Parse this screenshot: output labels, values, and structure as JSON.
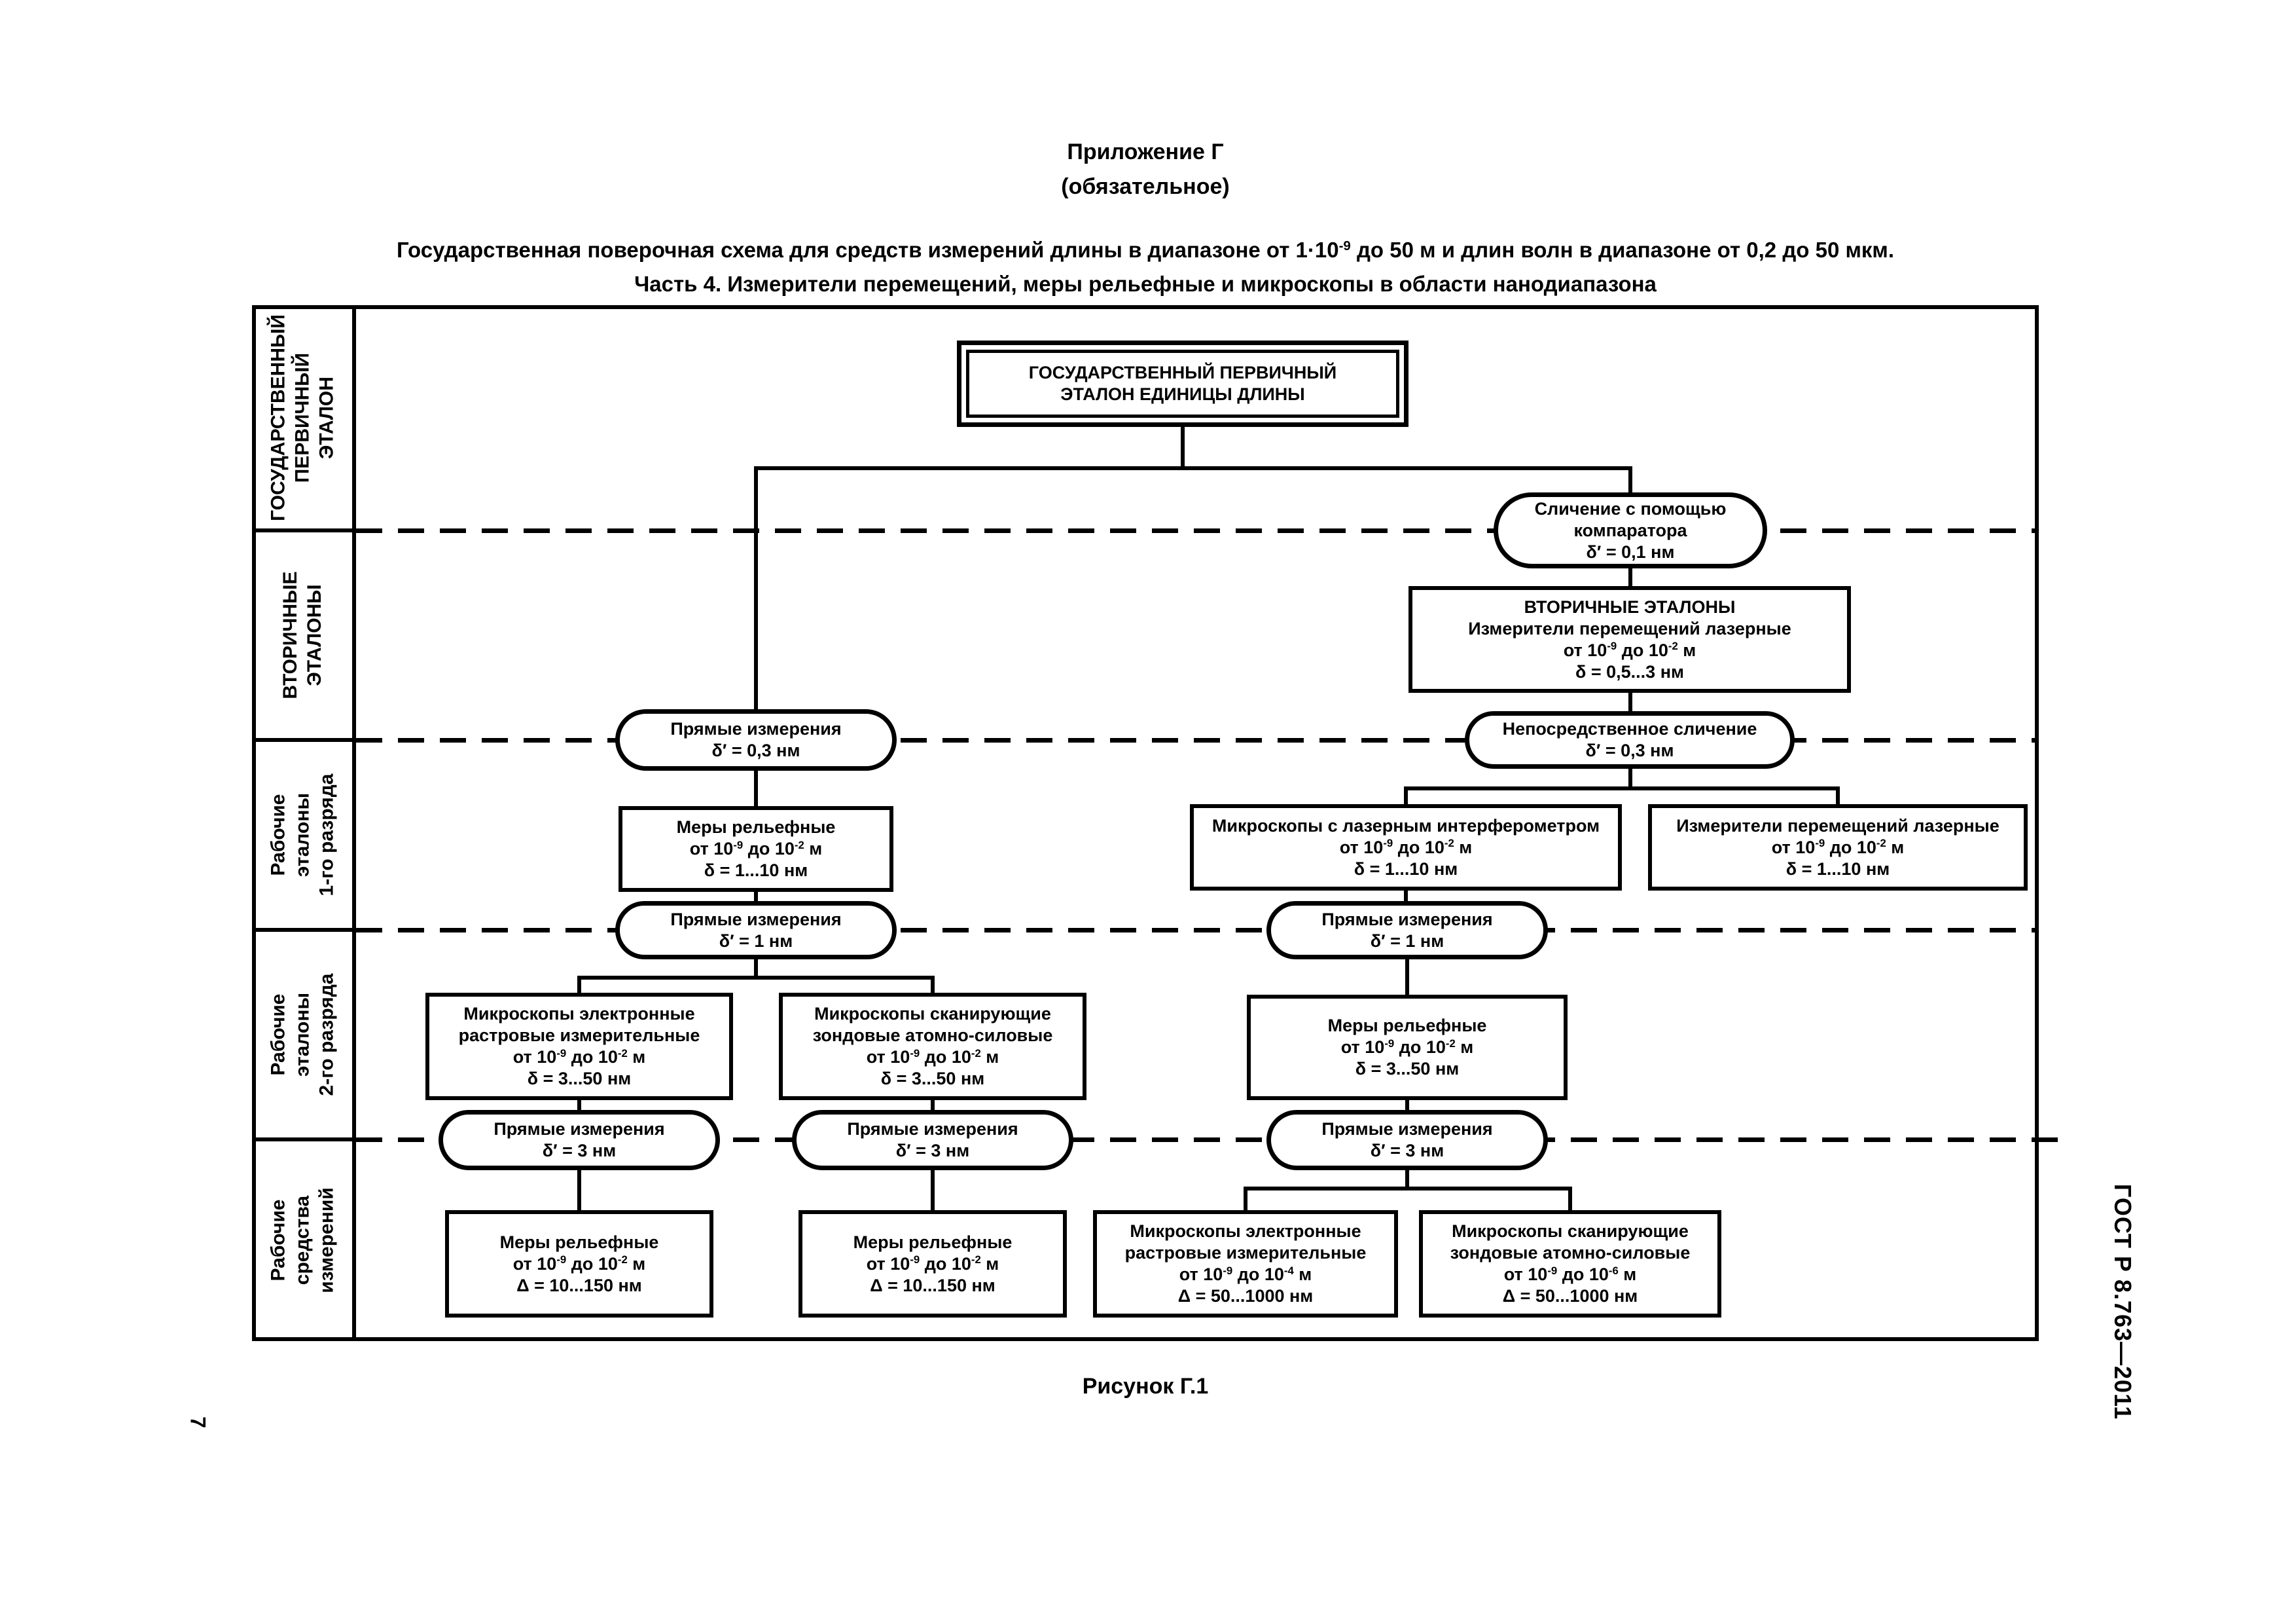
{
  "colors": {
    "ink": "#000000",
    "paper": "#ffffff"
  },
  "header": {
    "appendix": "Приложение Г",
    "appendix_note": "(обязательное)",
    "title_lines": [
      "Государственная поверочная схема для средств измерений длины в диапазоне от 1·10^{-9} до 50 м и длин волн в диапазоне от 0,2 до 50 мкм.",
      "Часть 4. Измерители перемещений, меры рельефные и микроскопы в области нанодиапазона"
    ]
  },
  "rows": [
    {
      "label_lines": [
        "ГОСУДАРСТВЕННЫЙ",
        "ПЕРВИЧНЫЙ",
        "ЭТАЛОН"
      ]
    },
    {
      "label_lines": [
        "ВТОРИЧНЫЕ",
        "ЭТАЛОНЫ"
      ]
    },
    {
      "label_lines": [
        "Рабочие",
        "эталоны",
        "1-го разряда"
      ]
    },
    {
      "label_lines": [
        "Рабочие",
        "эталоны",
        "2-го разряда"
      ]
    },
    {
      "label_lines": [
        "Рабочие",
        "средства",
        "измерений"
      ]
    }
  ],
  "nodes": {
    "primary": {
      "lines": [
        "ГОСУДАРСТВЕННЫЙ ПЕРВИЧНЫЙ",
        "ЭТАЛОН ЕДИНИЦЫ ДЛИНЫ"
      ]
    },
    "comparator": {
      "lines": [
        "Сличение с помощью",
        "компаратора",
        "δ′ = 0,1 нм"
      ]
    },
    "secondary": {
      "lines": [
        "ВТОРИЧНЫЕ ЭТАЛОНЫ",
        "Измерители перемещений лазерные",
        "от 10^{-9} до 10^{-2} м",
        "δ = 0,5...3 нм"
      ]
    },
    "direct_comparison": {
      "lines": [
        "Непосредственное сличение",
        "δ′ = 0,3 нм"
      ]
    },
    "laser_interferometer_microscopes": {
      "lines": [
        "Микроскопы с лазерным интерферометром",
        "от 10^{-9} до 10^{-2} м",
        "δ = 1...10 нм"
      ]
    },
    "laser_displacement_meters": {
      "lines": [
        "Измерители перемещений лазерные",
        "от 10^{-9} до 10^{-2} м",
        "δ = 1...10 нм"
      ]
    },
    "direct_measurements_03": {
      "lines": [
        "Прямые измерения",
        "δ′ = 0,3 нм"
      ]
    },
    "relief_measures_1st": {
      "lines": [
        "Меры рельефные",
        "от 10^{-9} до 10^{-2} м",
        "δ = 1...10 нм"
      ]
    },
    "direct_measurements_1_left": {
      "lines": [
        "Прямые измерения",
        "δ′ = 1 нм"
      ]
    },
    "direct_measurements_1_right": {
      "lines": [
        "Прямые измерения",
        "δ′ = 1 нм"
      ]
    },
    "electron_microscopes_2nd": {
      "lines": [
        "Микроскопы электронные",
        "растровые измерительные",
        "от 10^{-9} до 10^{-2} м",
        "δ = 3...50 нм"
      ]
    },
    "probe_microscopes_2nd": {
      "lines": [
        "Микроскопы сканирующие",
        "зондовые атомно-силовые",
        "от 10^{-9} до 10^{-2} м",
        "δ = 3...50 нм"
      ]
    },
    "relief_measures_2nd": {
      "lines": [
        "Меры рельефные",
        "от 10^{-9} до 10^{-2} м",
        "δ = 3...50 нм"
      ]
    },
    "direct_measurements_3_left": {
      "lines": [
        "Прямые измерения",
        "δ′ = 3 нм"
      ]
    },
    "direct_measurements_3_mid": {
      "lines": [
        "Прямые измерения",
        "δ′ = 3 нм"
      ]
    },
    "direct_measurements_3_right": {
      "lines": [
        "Прямые измерения",
        "δ′ = 3 нм"
      ]
    },
    "relief_measures_work_left": {
      "lines": [
        "Меры рельефные",
        "от 10^{-9} до 10^{-2} м",
        "Δ = 10...150 нм"
      ]
    },
    "relief_measures_work_mid": {
      "lines": [
        "Меры рельефные",
        "от 10^{-9} до 10^{-2} м",
        "Δ = 10...150 нм"
      ]
    },
    "electron_microscopes_work": {
      "lines": [
        "Микроскопы электронные",
        "растровые измерительные",
        "от 10^{-9} до 10^{-4} м",
        "Δ = 50...1000 нм"
      ]
    },
    "probe_microscopes_work": {
      "lines": [
        "Микроскопы сканирующие",
        "зондовые атомно-силовые",
        "от 10^{-9} до 10^{-6} м",
        "Δ = 50...1000 нм"
      ]
    }
  },
  "footer": {
    "figure_caption": "Рисунок Г.1",
    "doc_number": "ГОСТ Р 8.763—2011",
    "page_number": "7"
  }
}
